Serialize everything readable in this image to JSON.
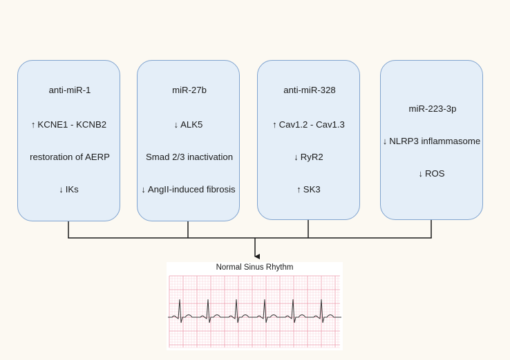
{
  "colors": {
    "background": "#fcf9f2",
    "box_fill": "#e4eef8",
    "box_border": "#7fa3cf",
    "arrow": "#1a1a1a",
    "ecg_grid": "#f2b7c3",
    "ecg_trace": "#333333"
  },
  "pathways": [
    {
      "items": [
        {
          "arrow": "",
          "text": "anti-miR-1"
        },
        {
          "arrow": "↑",
          "text": "KCNE1 - KCNB2"
        },
        {
          "arrow": "",
          "text": "restoration of AERP"
        },
        {
          "arrow": "↓",
          "text": "IKs"
        }
      ]
    },
    {
      "items": [
        {
          "arrow": "",
          "text": "miR-27b"
        },
        {
          "arrow": "↓",
          "text": "ALK5"
        },
        {
          "arrow": "",
          "text": "Smad 2/3 inactivation"
        },
        {
          "arrow": "↓",
          "text": "AngII-induced fibrosis"
        }
      ]
    },
    {
      "items": [
        {
          "arrow": "",
          "text": "anti-miR-328"
        },
        {
          "arrow": "↑",
          "text": "Cav1.2 - Cav1.3"
        },
        {
          "arrow": "↓",
          "text": "RyR2"
        },
        {
          "arrow": "↑",
          "text": "SK3"
        }
      ]
    },
    {
      "items": [
        {
          "arrow": "",
          "text": "miR-223-3p"
        },
        {
          "arrow": "↓",
          "text": "NLRP3 inflammasome"
        },
        {
          "arrow": "↓",
          "text": "ROS"
        }
      ]
    }
  ],
  "outcome": {
    "title": "Normal Sinus Rhythm",
    "ecg_icon": "ecg-trace"
  }
}
